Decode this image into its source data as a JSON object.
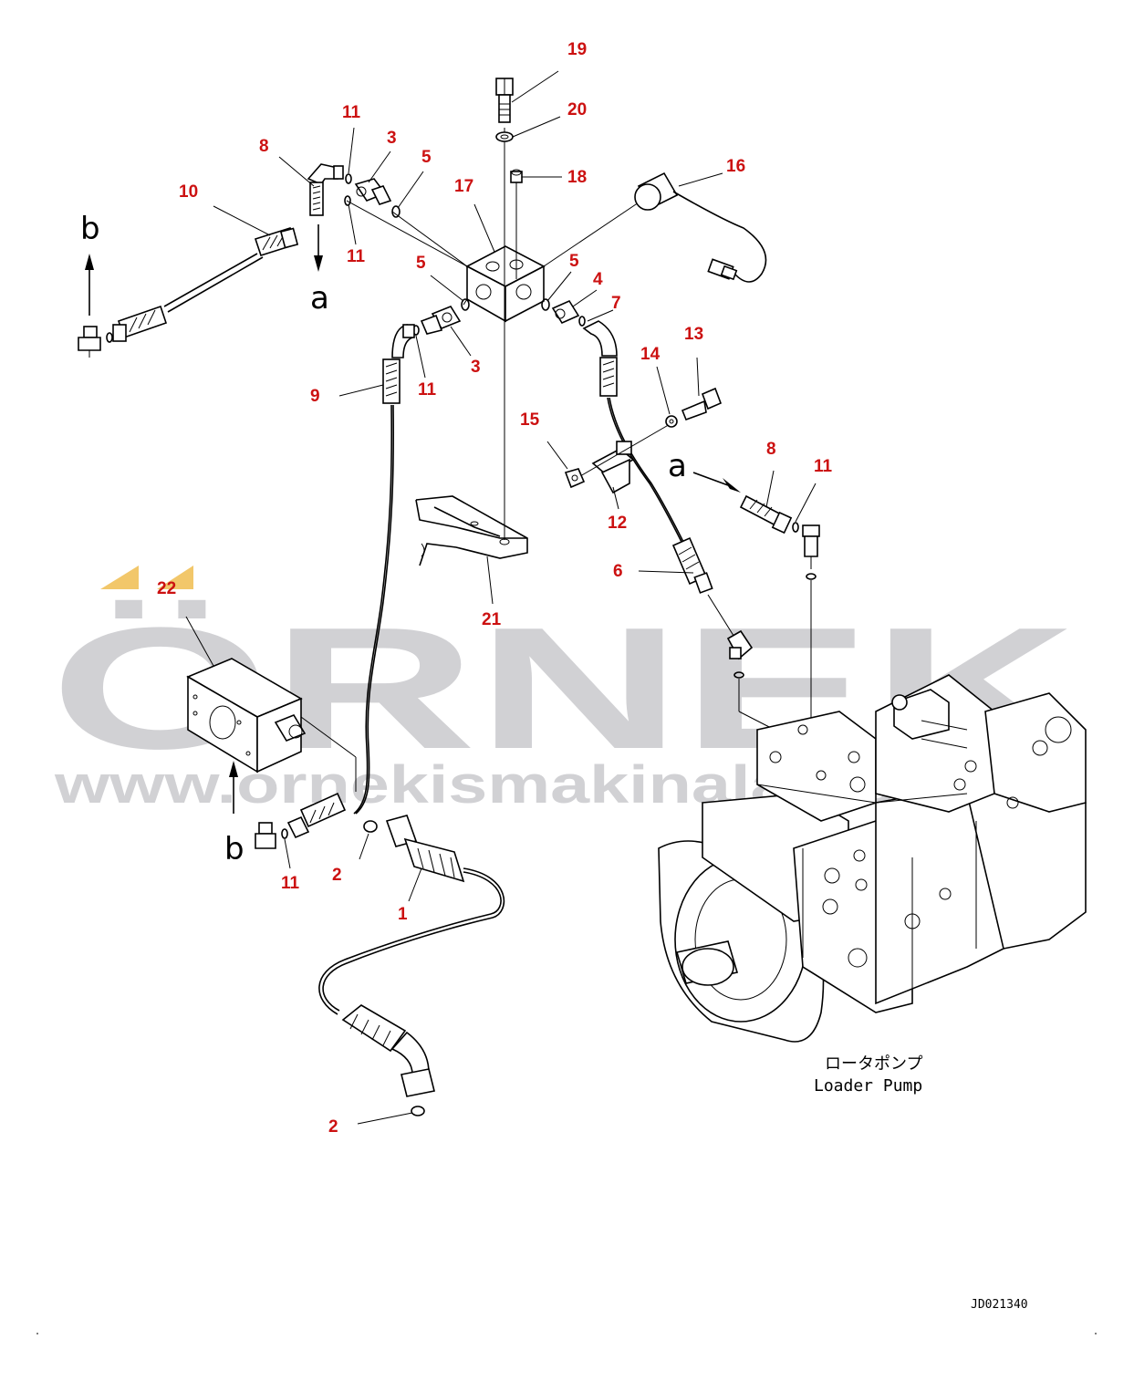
{
  "watermark": {
    "brand": "ÖRNEK",
    "url": "www.ornekismakinalari.com.tr",
    "accent_color": "#f2c76a",
    "text_color": "#c9c9cd"
  },
  "callouts": [
    "19",
    "20",
    "18",
    "16",
    "17",
    "11",
    "8",
    "3",
    "5",
    "10",
    "11",
    "5",
    "5",
    "4",
    "7",
    "3",
    "11",
    "9",
    "13",
    "14",
    "15",
    "12",
    "8",
    "11",
    "6",
    "21",
    "22",
    "2",
    "1",
    "11",
    "2"
  ],
  "view_markers": [
    "b",
    "a",
    "a",
    "b"
  ],
  "pump_label": {
    "japanese": "ロータポンプ",
    "english": "Loader Pump"
  },
  "document_id": "JD021340",
  "colors": {
    "callout": "#cc1111",
    "line": "#000000",
    "background": "#ffffff"
  }
}
